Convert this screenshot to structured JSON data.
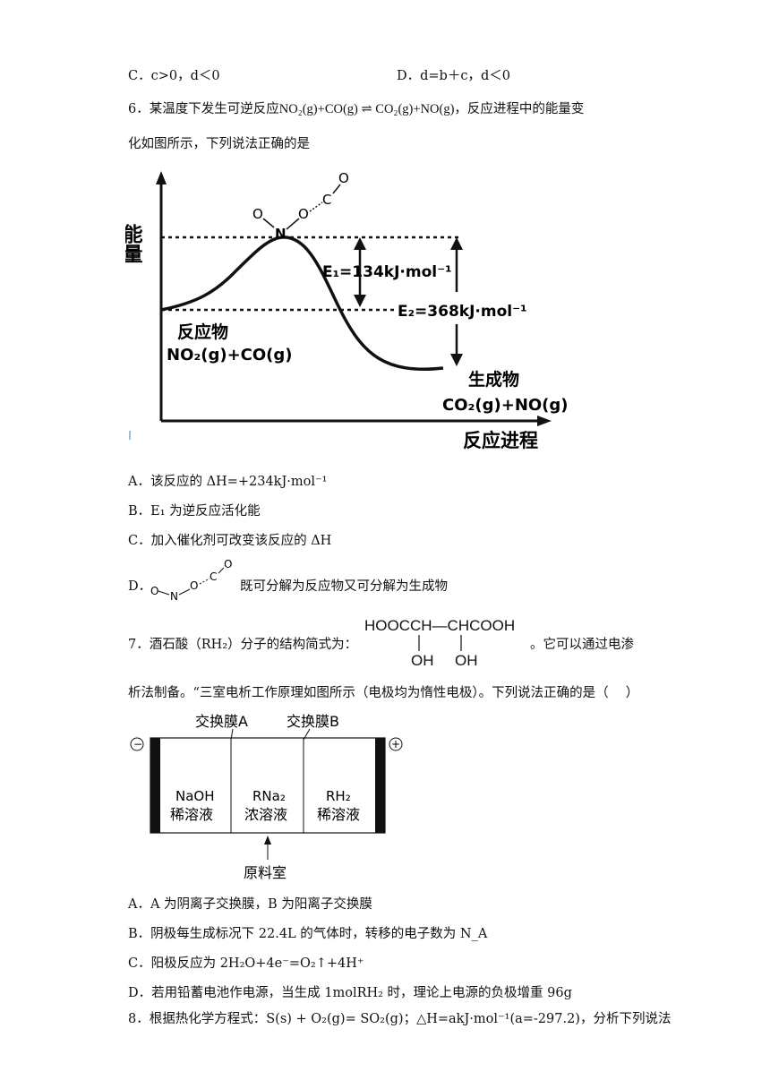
{
  "q5_options": {
    "c": "C．c>0，d＜0",
    "d": "D．d=b＋c，d＜0"
  },
  "q6": {
    "stem_line1_prefix": "6．某温度下发生可逆反应",
    "stem_equation": "NO₂(g)+CO(g) ⇌ CO₂(g)+NO(g)",
    "stem_line1_suffix": "，反应进程中的能量变",
    "stem_line2": "化如图所示，下列说法正确的是",
    "figure": {
      "y_axis_label": "能量",
      "x_axis_label": "反应进程",
      "reactant_label": "反应物",
      "reactant_formula": "NO₂(g)+CO(g)",
      "product_label": "生成物",
      "product_formula": "CO₂(g)+NO(g)",
      "e1_label": "E₁=134kJ·mol⁻¹",
      "e2_label": "E₂=368kJ·mol⁻¹",
      "ts_atoms": {
        "o1": "O",
        "n": "N",
        "o2": "O",
        "c": "C",
        "o3": "O"
      }
    },
    "options": {
      "a": "A．该反应的 ΔH=+234kJ·mol⁻¹",
      "b": "B．E₁ 为逆反应活化能",
      "c": "C．加入催化剂可改变该反应的 ΔH",
      "d_prefix": "D．",
      "d_suffix": "既可分解为反应物又可分解为生成物"
    }
  },
  "q7": {
    "stem_line1_prefix": "7．酒石酸（RH₂）分子的结构简式为：",
    "stem_line1_suffix": "。它可以通过电渗",
    "structure_top": "HOOCCH—CHCOOH",
    "structure_oh1": "OH",
    "structure_oh2": "OH",
    "stem_line2": "析法制备。“三室电析工作原理如图所示（电极均为惰性电极）。下列说法正确的是（　 ）",
    "figure": {
      "membrane_a": "交换膜A",
      "membrane_b": "交换膜B",
      "minus_sign": "−",
      "plus_sign": "+",
      "room1_top": "NaOH",
      "room1_bottom": "稀溶液",
      "room2_top": "RNa₂",
      "room2_bottom": "浓溶液",
      "room3_top": "RH₂",
      "room3_bottom": "稀溶液",
      "feed_room": "原料室"
    },
    "options": {
      "a": "A．A 为阴离子交换膜，B 为阳离子交换膜",
      "b": "B．阴极每生成标况下 22.4L 的气体时，转移的电子数为 N_A",
      "c": "C．阳极反应为 2H₂O+4e⁻=O₂↑+4H⁺",
      "d": "D．若用铅蓄电池作电源，当生成 1molRH₂ 时，理论上电源的负极增重 96g"
    }
  },
  "q8": {
    "stem": "8．根据热化学方程式：S(s) + O₂(g)= SO₂(g)；△H=akJ·mol⁻¹(a=-297.2)，分析下列说法"
  }
}
